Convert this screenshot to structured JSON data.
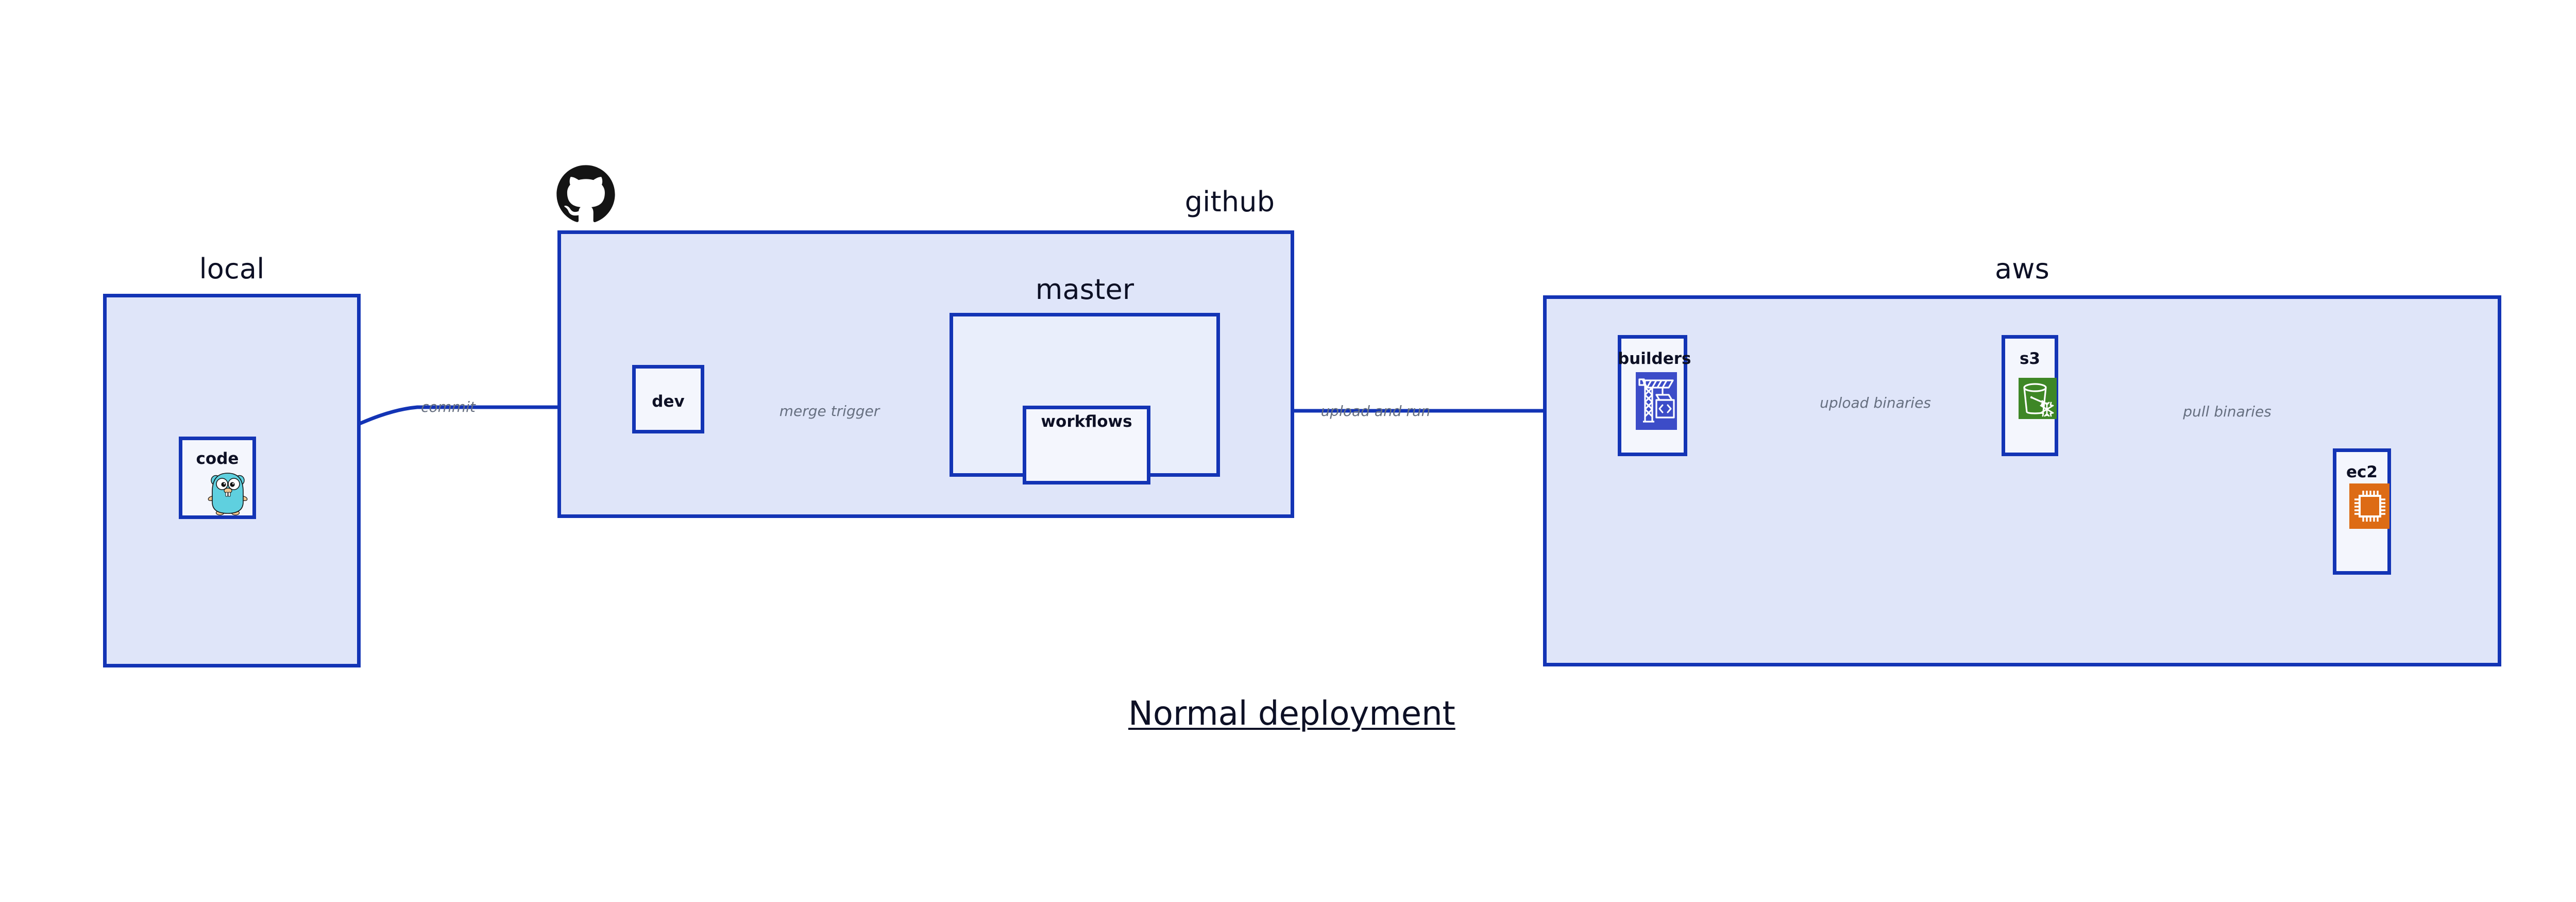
{
  "diagram": {
    "title": "Normal deployment",
    "background": "#ffffff",
    "colors": {
      "border": "#1334b5",
      "group_fill": "#dfe5f9",
      "sub_fill": "#e9eefb",
      "leaf_fill": "#f4f6fd",
      "label_text": "#0d1025",
      "edge_label_text": "#666f80",
      "builders_icon": "#3c4cc8",
      "s3_icon": "#3e8726",
      "ec2_icon": "#dd6b15",
      "gopher_body": "#5fd0df",
      "github_logo": "#141414"
    }
  },
  "groups": [
    {
      "id": "local",
      "label": "local"
    },
    {
      "id": "github",
      "label": "github"
    },
    {
      "id": "master",
      "label": "master"
    },
    {
      "id": "aws",
      "label": "aws"
    }
  ],
  "nodes": [
    {
      "id": "code",
      "label": "code",
      "icon": "go-gopher-icon",
      "group": "local"
    },
    {
      "id": "dev",
      "label": "dev",
      "icon": null,
      "group": "github"
    },
    {
      "id": "workflows",
      "label": "workflows",
      "icon": null,
      "group": "master"
    },
    {
      "id": "builders",
      "label": "builders",
      "icon": "crane-code-icon",
      "group": "aws"
    },
    {
      "id": "s3",
      "label": "s3",
      "icon": "s3-bucket-icon",
      "group": "aws"
    },
    {
      "id": "ec2",
      "label": "ec2",
      "icon": "cpu-chip-icon",
      "group": "aws"
    }
  ],
  "edges": [
    {
      "id": "commit",
      "from": "code",
      "to": "dev",
      "label": "commit"
    },
    {
      "id": "merge-trigger",
      "from": "dev",
      "to": "workflows",
      "label": "merge trigger"
    },
    {
      "id": "upload-and-run",
      "from": "workflows",
      "to": "builders",
      "label": "upload and run"
    },
    {
      "id": "upload-binaries",
      "from": "builders",
      "to": "s3",
      "label": "upload binaries"
    },
    {
      "id": "pull-binaries",
      "from": "s3",
      "to": "ec2",
      "label": "pull binaries"
    }
  ],
  "logos": [
    {
      "id": "github-logo",
      "name": "github-octocat-icon"
    }
  ]
}
